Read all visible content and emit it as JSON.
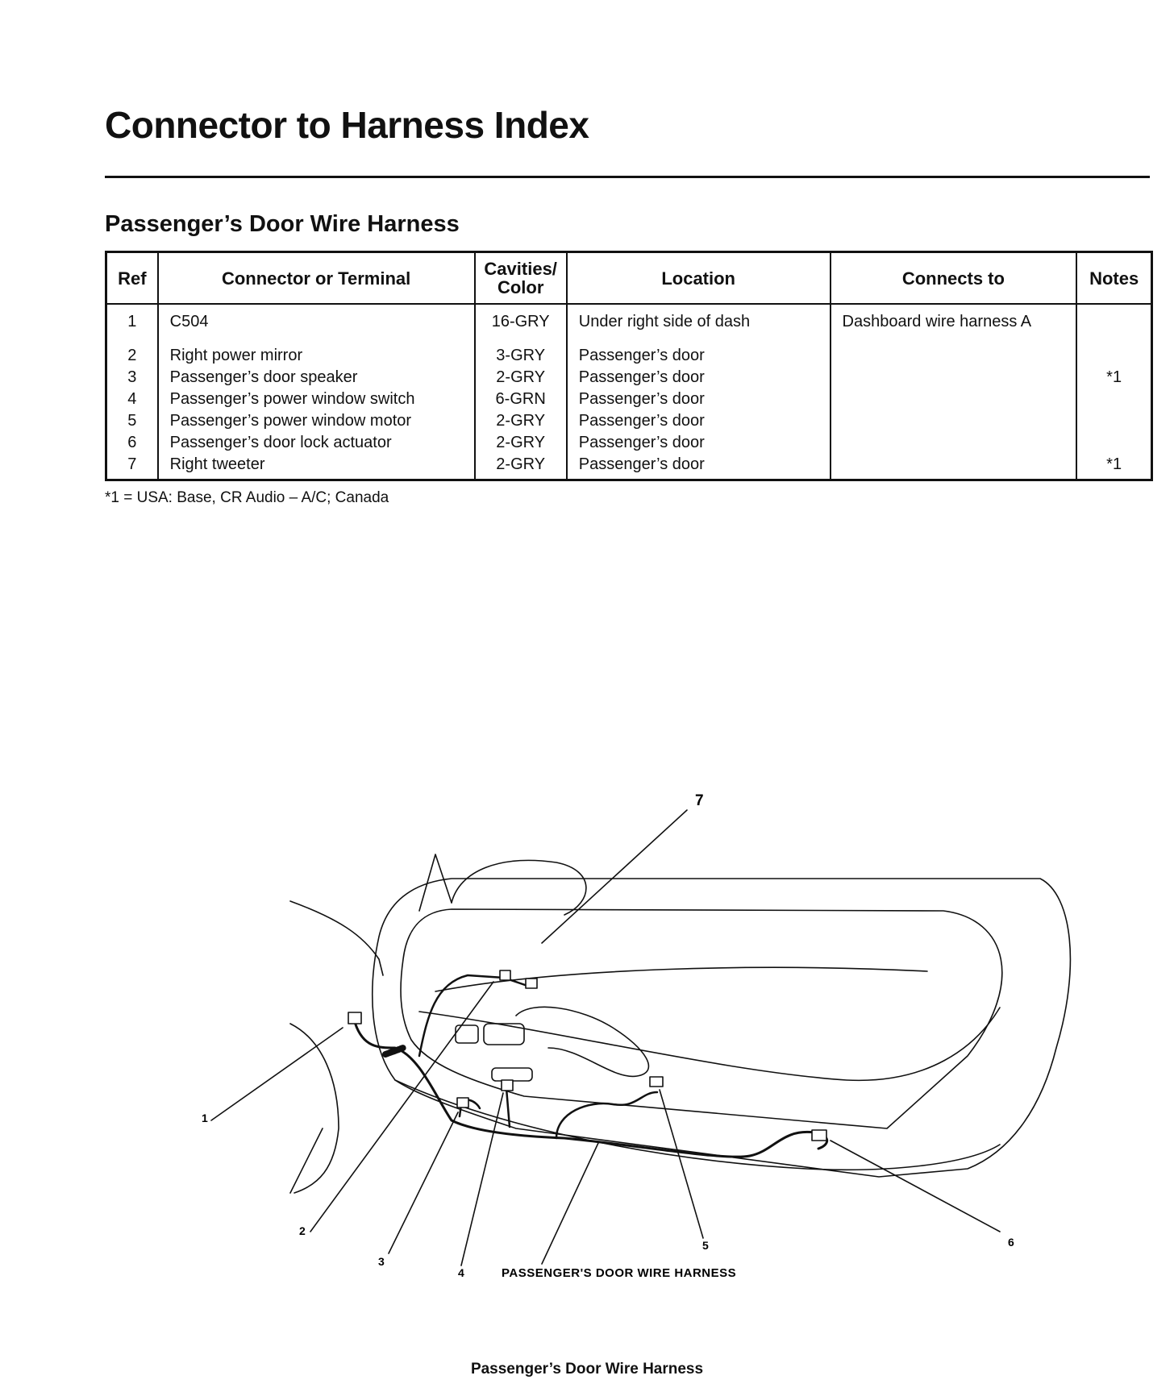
{
  "page_title": "Connector to Harness Index",
  "section_title": "Passenger’s Door Wire Harness",
  "table": {
    "headers": {
      "ref": "Ref",
      "connector": "Connector or Terminal",
      "cavities_line1": "Cavities/",
      "cavities_line2": "Color",
      "location": "Location",
      "connects_to": "Connects to",
      "notes": "Notes"
    },
    "rows": [
      {
        "ref": "1",
        "connector": "C504",
        "cavities": "16-GRY",
        "location": "Under right side of dash",
        "connects_to": "Dashboard wire harness A",
        "notes": ""
      },
      {
        "ref": "2",
        "connector": "Right power mirror",
        "cavities": "3-GRY",
        "location": "Passenger’s door",
        "connects_to": "",
        "notes": ""
      },
      {
        "ref": "3",
        "connector": "Passenger’s door speaker",
        "cavities": "2-GRY",
        "location": "Passenger’s door",
        "connects_to": "",
        "notes": "*1"
      },
      {
        "ref": "4",
        "connector": "Passenger’s power window switch",
        "cavities": "6-GRN",
        "location": "Passenger’s door",
        "connects_to": "",
        "notes": ""
      },
      {
        "ref": "5",
        "connector": "Passenger’s power window motor",
        "cavities": "2-GRY",
        "location": "Passenger’s door",
        "connects_to": "",
        "notes": ""
      },
      {
        "ref": "6",
        "connector": "Passenger’s door lock actuator",
        "cavities": "2-GRY",
        "location": "Passenger’s door",
        "connects_to": "",
        "notes": ""
      },
      {
        "ref": "7",
        "connector": "Right tweeter",
        "cavities": "2-GRY",
        "location": "Passenger’s door",
        "connects_to": "",
        "notes": "*1"
      }
    ]
  },
  "footnote": "*1 = USA: Base, CR Audio – A/C; Canada",
  "diagram": {
    "callouts": [
      "1",
      "2",
      "3",
      "4",
      "5",
      "6",
      "7"
    ],
    "harness_label": "PASSENGER'S DOOR WIRE HARNESS"
  },
  "figure_caption": "Passenger’s Door Wire Harness"
}
